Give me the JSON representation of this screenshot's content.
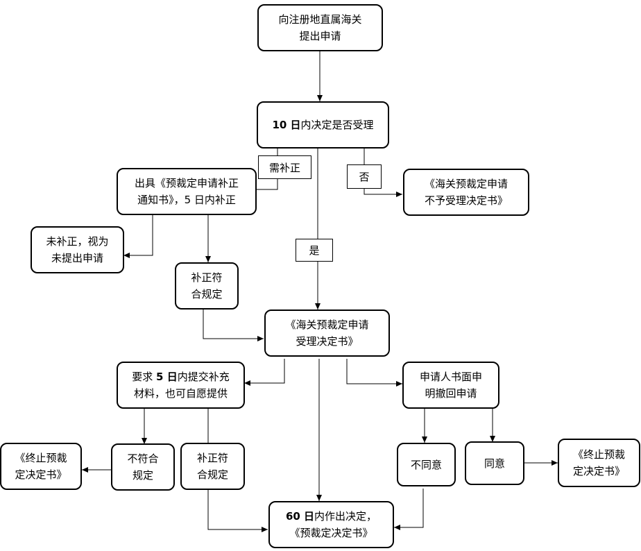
{
  "nodes": {
    "apply": "向注册地直属海关\n提出申请",
    "decide10_bold": "10 日",
    "decide10_rest": "内决定是否受理",
    "notice": "出具《预裁定申请补正\n通知书》，5 日内补正",
    "reject_doc": "《海关预裁定申请\n不予受理决定书》",
    "not_corrected": "未补正，视为\n未提出申请",
    "corrected": "补正符\n合规定",
    "accept_doc": "《海关预裁定申请\n受理决定书》",
    "supplement_bold": "5 日",
    "supplement_pre": "要求 ",
    "supplement_rest": "内提交补充\n材料，也可自愿提供",
    "withdraw": "申请人书面申\n明撤回申请",
    "not_compliant": "不符合\n规定",
    "terminate_left": "《终止预裁\n定决定书》",
    "compliant2": "补正符\n合规定",
    "disagree": "不同意",
    "agree": "同意",
    "terminate_right": "《终止预裁\n定决定书》",
    "final_bold": "60 日",
    "final_rest": "内作出决定，\n《预裁定决定书》"
  },
  "labels": {
    "need_correction": "需补正",
    "no": "否",
    "yes": "是"
  }
}
